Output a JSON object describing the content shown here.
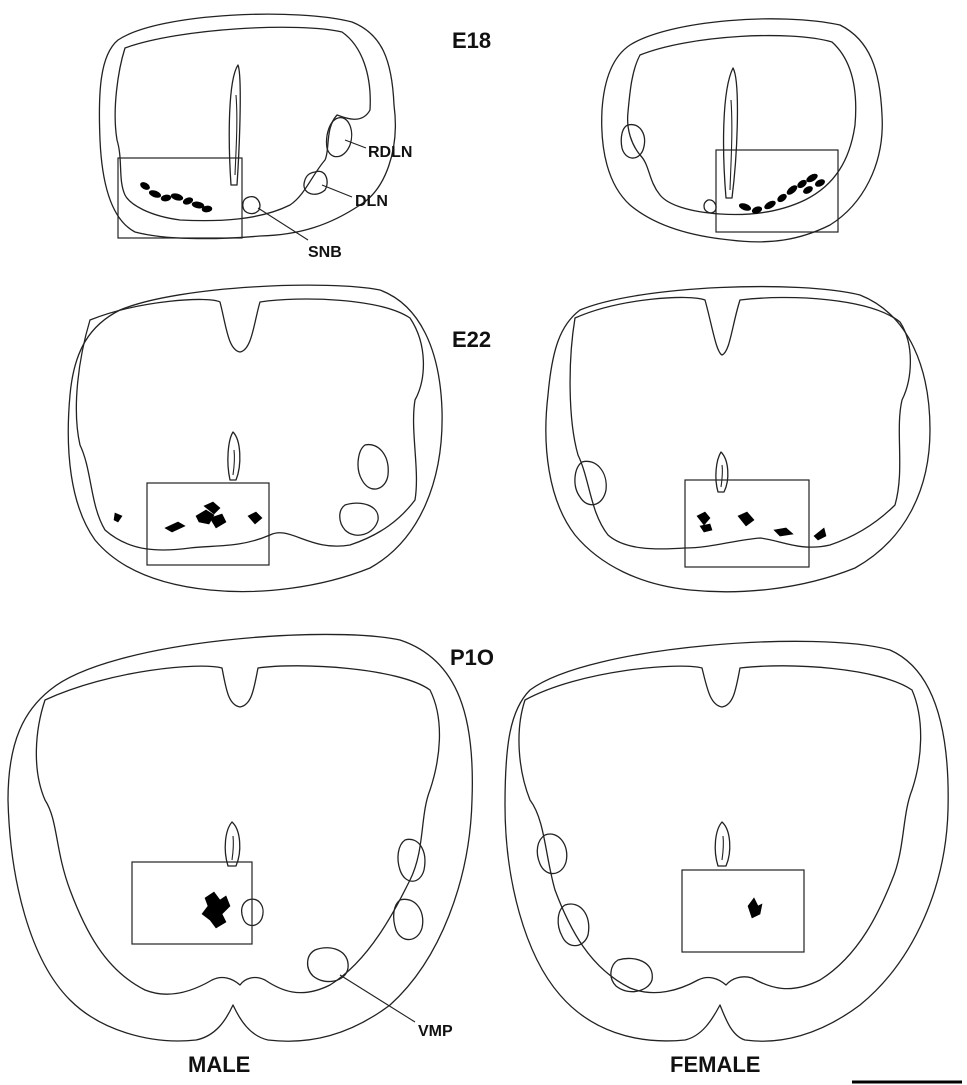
{
  "stages": [
    "E18",
    "E22",
    "P1O"
  ],
  "nuclei": {
    "rdln": "RDLN",
    "dln": "DLN",
    "snb": "SNB",
    "vmp": "VMP"
  },
  "columns": {
    "male": "MALE",
    "female": "FEMALE"
  },
  "colors": {
    "line": "#222222",
    "cells": "#000000",
    "background": "#ffffff"
  }
}
